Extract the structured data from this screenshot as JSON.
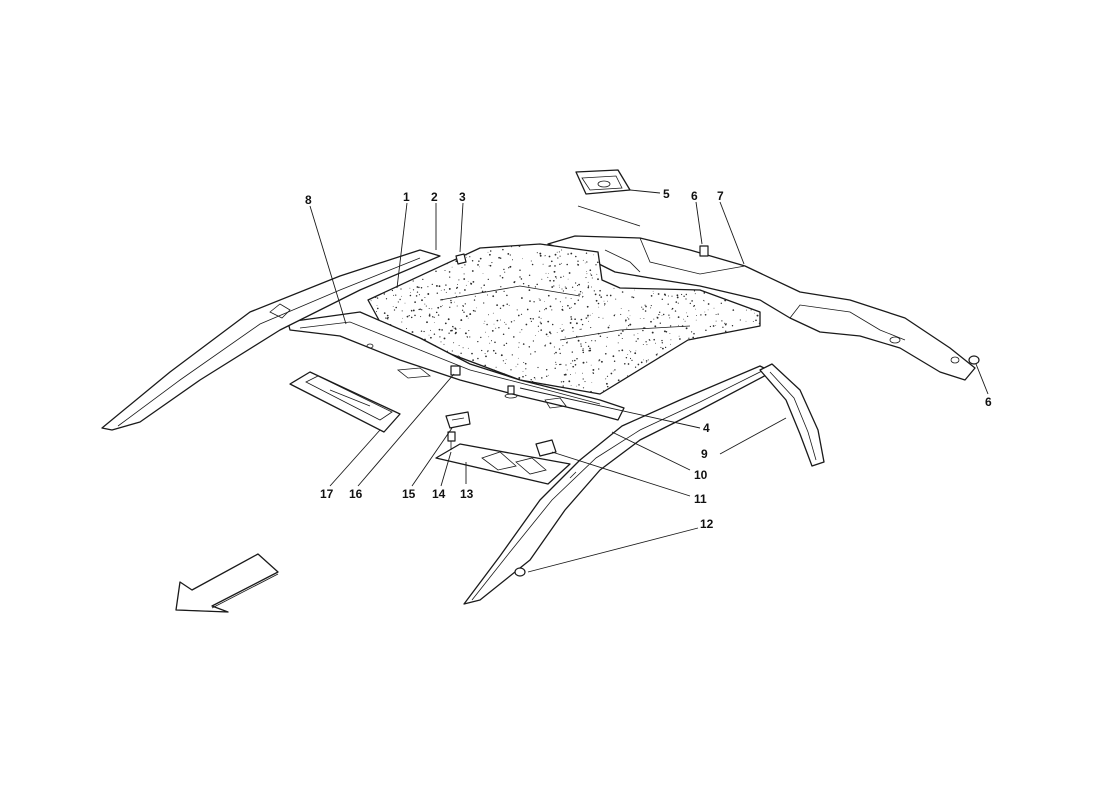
{
  "callouts": {
    "c1": "1",
    "c2": "2",
    "c3": "3",
    "c4": "4",
    "c5": "5",
    "c6a": "6",
    "c6b": "6",
    "c7": "7",
    "c8": "8",
    "c9": "9",
    "c10": "10",
    "c11": "11",
    "c12": "12",
    "c13": "13",
    "c14": "14",
    "c15": "15",
    "c16": "16",
    "c17": "17"
  },
  "colors": {
    "line": "#1a1a1a",
    "background": "#ffffff"
  },
  "icons": {
    "direction_arrow": "front-direction-arrow-icon"
  }
}
